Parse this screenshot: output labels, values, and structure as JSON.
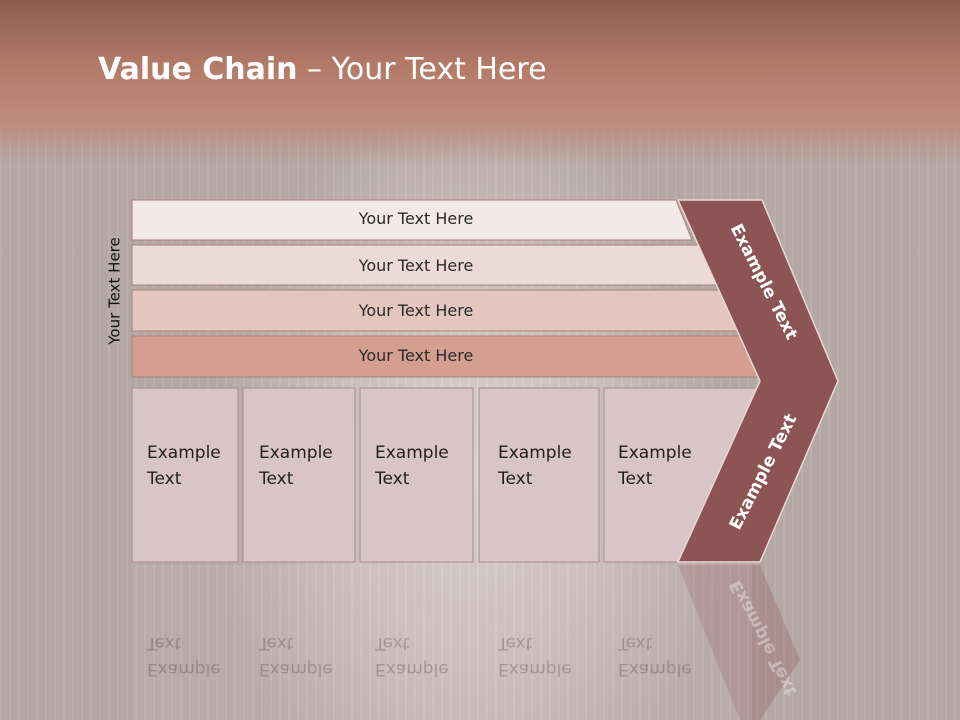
{
  "slide": {
    "title_bold": "Value Chain",
    "title_rest": " – Your Text Here",
    "side_label": "Your Text Here",
    "bars": [
      "Your Text Here",
      "Your Text Here",
      "Your Text Here",
      "Your Text Here"
    ],
    "columns": [
      "Example\nText",
      "Example\nText",
      "Example\nText",
      "Example\nText",
      "Example\nText"
    ],
    "chevron_top": "Example Text",
    "chevron_bottom": "Example Text"
  },
  "colors": {
    "header": "#b47a68",
    "bar_1": "#f3e9e7",
    "bar_2": "#ecdad6",
    "bar_3": "#e3c6bf",
    "bar_4": "#d49f8f",
    "column_fill": "#d9c4c6",
    "chevron": "#8c5455"
  }
}
